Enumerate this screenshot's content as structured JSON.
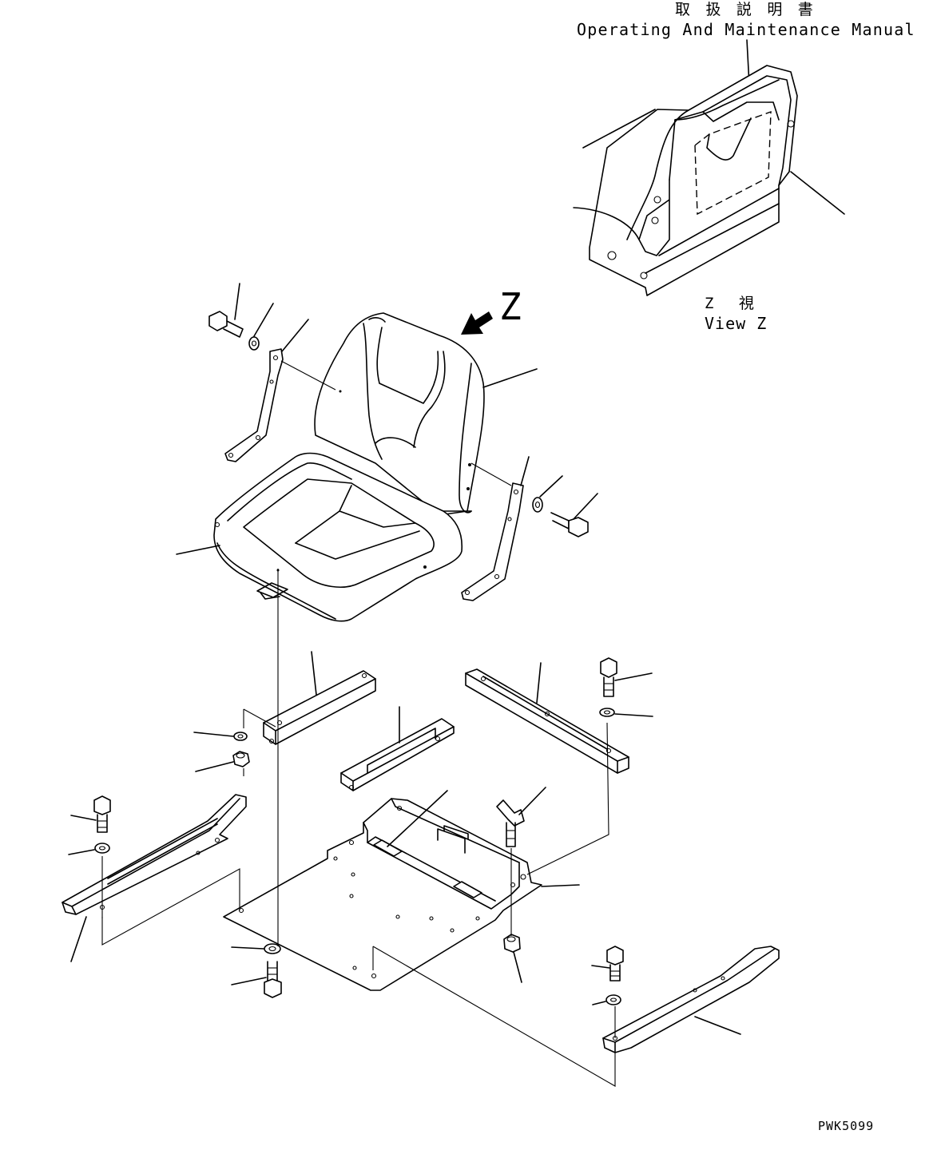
{
  "manual_label_jp": "取 扱 説 明 書",
  "manual_label_en": "Operating And Maintenance Manual",
  "view_arrow_letter": "Z",
  "view_label_jp": "Z 視",
  "view_label_en": "View Z",
  "drawing_code": "PWK5099",
  "icons": {
    "seat": "seat-assembly-icon",
    "bolt": "hex-bolt-icon",
    "washer": "washer-icon",
    "nut": "hex-nut-icon",
    "wing_bolt": "wing-bolt-icon",
    "rail": "slide-rail-icon",
    "plate": "mounting-plate-icon"
  }
}
